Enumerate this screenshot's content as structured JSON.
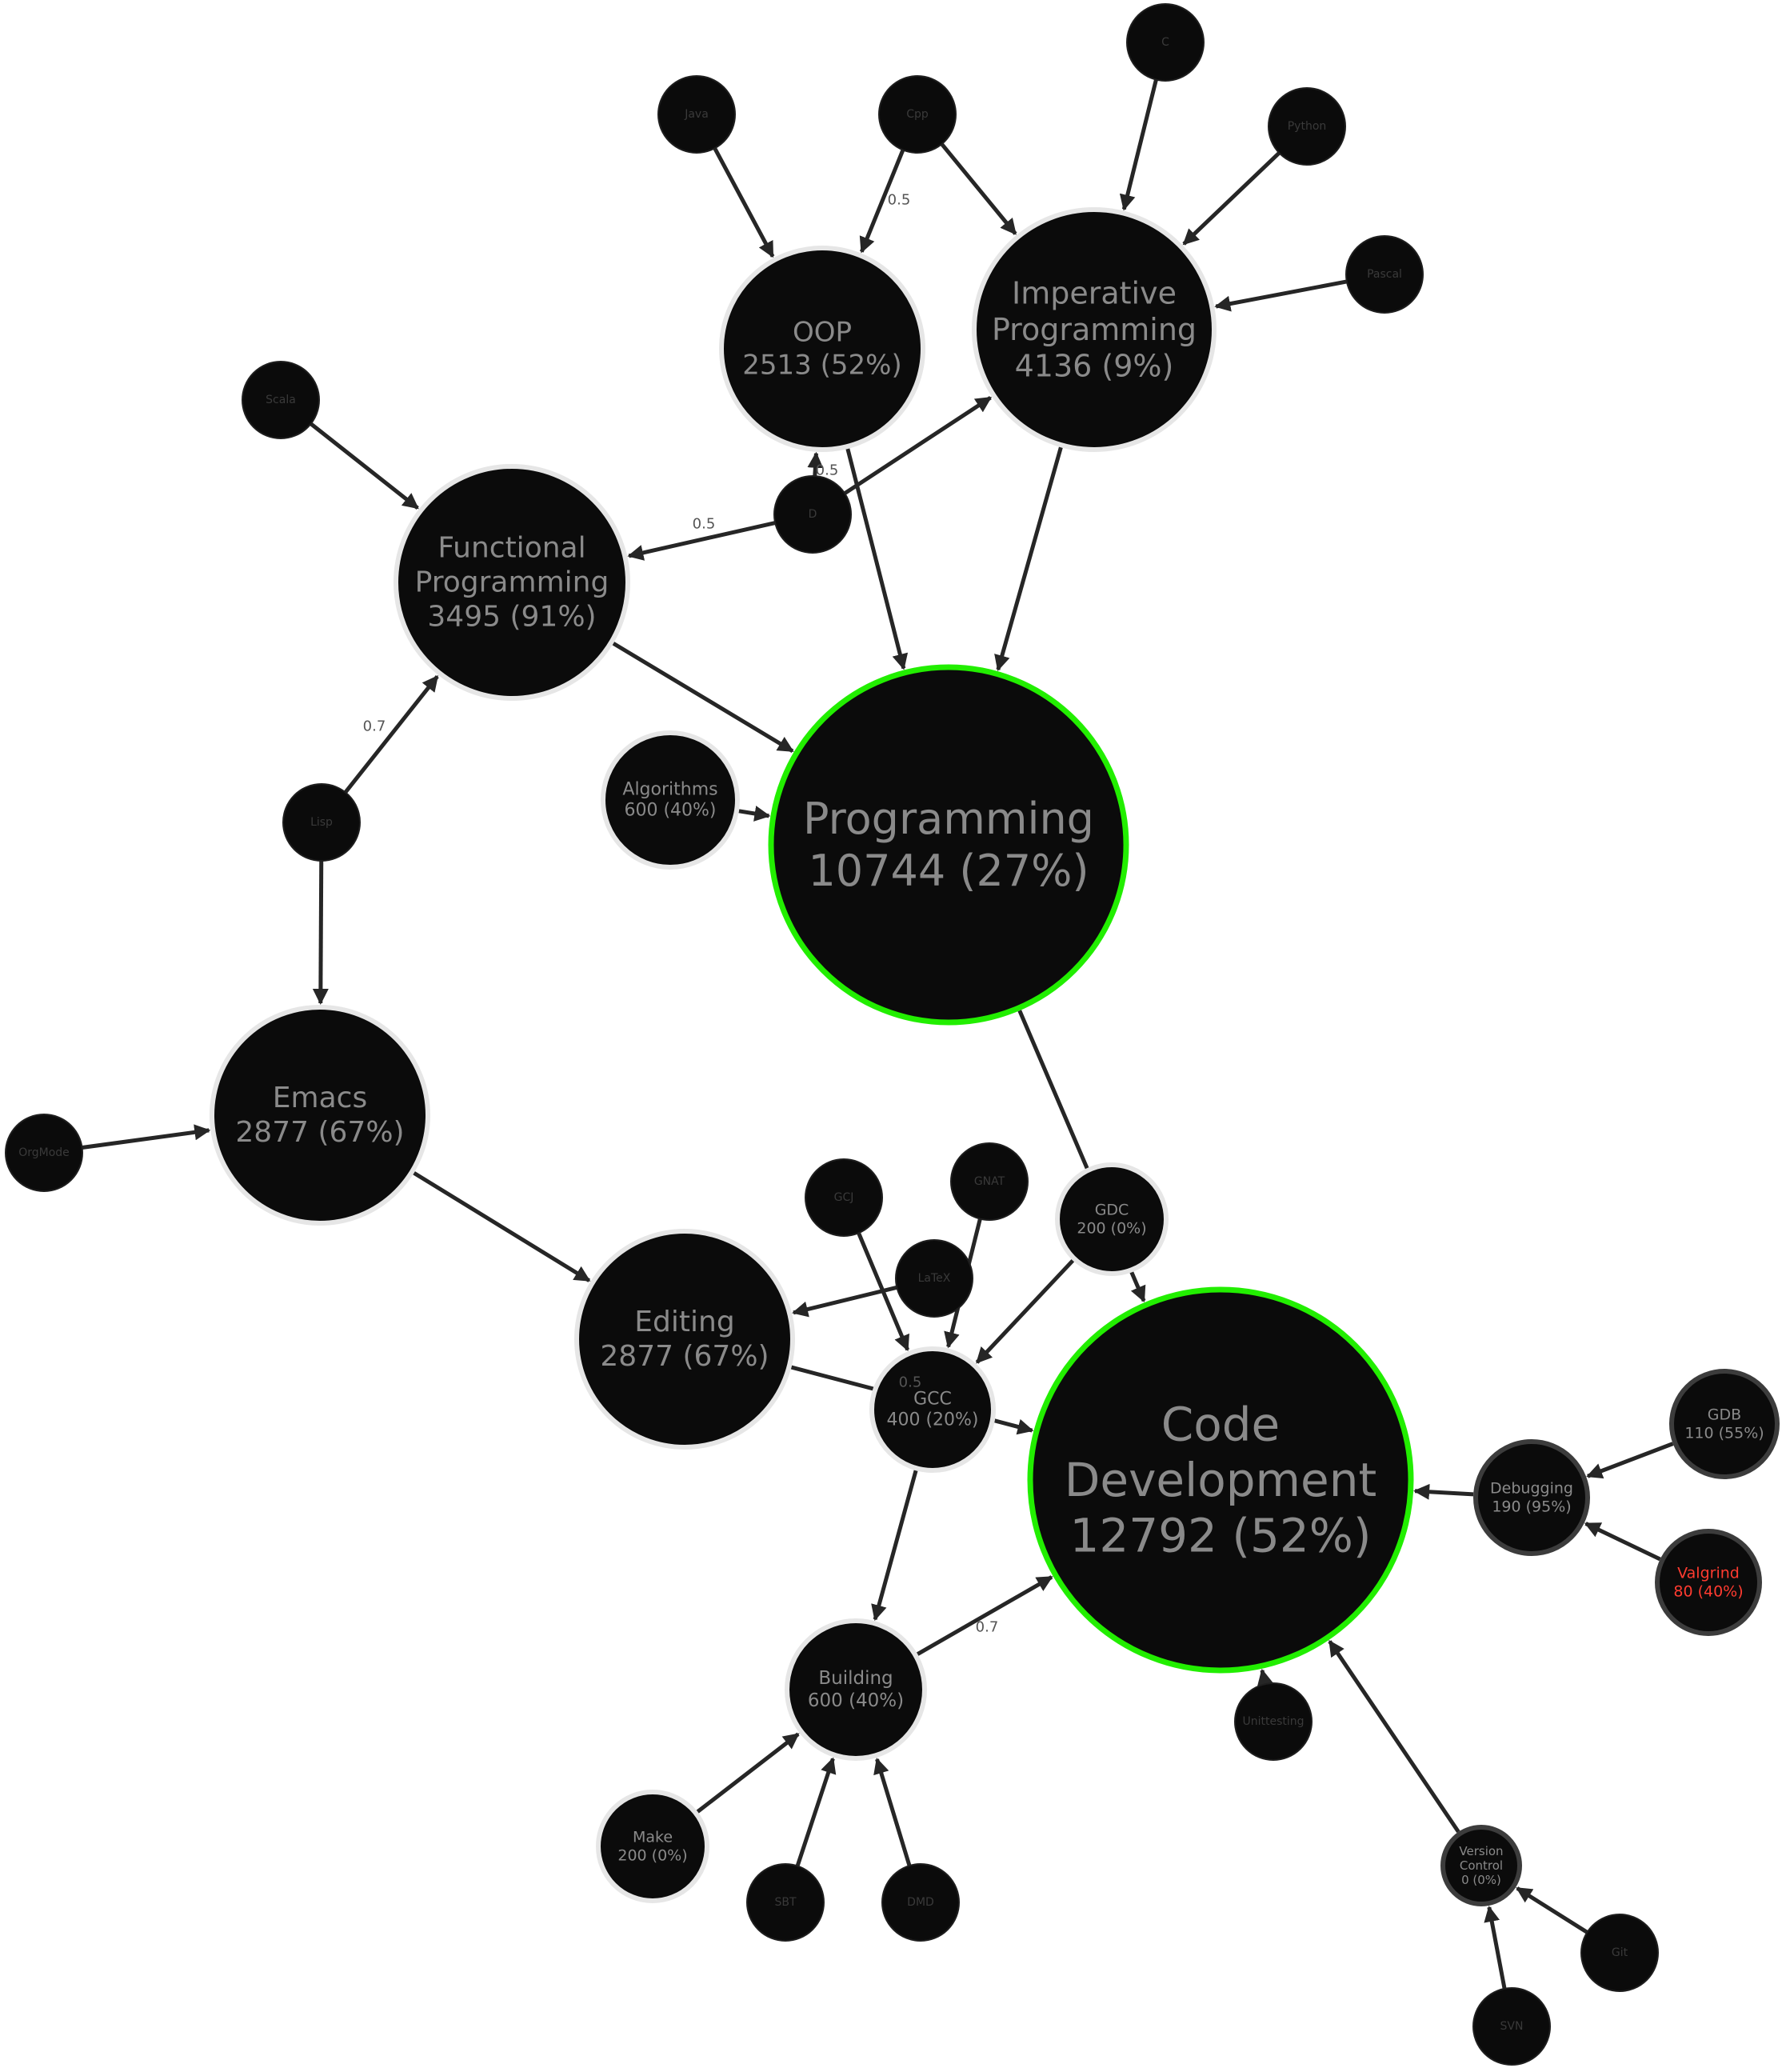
{
  "colors": {
    "background": "#ffffff",
    "node_fill": "#0b0b0b",
    "edge": "#262626",
    "edge_label": "#555555",
    "text_default": "#8a8a8a",
    "text_dim": "#3a3a3a",
    "text_alert": "#ff3b30",
    "ring_highlight": "#22ee00",
    "ring_light": "#e6e6e6",
    "ring_dark": "#3c3c3c"
  },
  "nodes": [
    {
      "id": "programming",
      "lines": [
        "Programming",
        "10744 (27%)"
      ],
      "ring": "highlight",
      "text": "default"
    },
    {
      "id": "code-development",
      "lines": [
        "Code",
        "Development",
        "12792 (52%)"
      ],
      "ring": "highlight",
      "text": "default"
    },
    {
      "id": "oop",
      "lines": [
        "OOP",
        "2513 (52%)"
      ],
      "ring": "light",
      "text": "default"
    },
    {
      "id": "imperative-programming",
      "lines": [
        "Imperative",
        "Programming",
        "4136 (9%)"
      ],
      "ring": "light",
      "text": "default"
    },
    {
      "id": "functional-programming",
      "lines": [
        "Functional",
        "Programming",
        "3495 (91%)"
      ],
      "ring": "light",
      "text": "default"
    },
    {
      "id": "emacs",
      "lines": [
        "Emacs",
        "2877 (67%)"
      ],
      "ring": "light",
      "text": "default"
    },
    {
      "id": "editing",
      "lines": [
        "Editing",
        "2877 (67%)"
      ],
      "ring": "light",
      "text": "default"
    },
    {
      "id": "algorithms",
      "lines": [
        "Algorithms",
        "600 (40%)"
      ],
      "ring": "light",
      "text": "default"
    },
    {
      "id": "gcc",
      "lines": [
        "GCC",
        "400 (20%)"
      ],
      "ring": "light",
      "text": "default"
    },
    {
      "id": "gdc",
      "lines": [
        "GDC",
        "200 (0%)"
      ],
      "ring": "light",
      "text": "default"
    },
    {
      "id": "building",
      "lines": [
        "Building",
        "600 (40%)"
      ],
      "ring": "light",
      "text": "default"
    },
    {
      "id": "make",
      "lines": [
        "Make",
        "200 (0%)"
      ],
      "ring": "light",
      "text": "default"
    },
    {
      "id": "debugging",
      "lines": [
        "Debugging",
        "190 (95%)"
      ],
      "ring": "dark",
      "text": "default"
    },
    {
      "id": "gdb",
      "lines": [
        "GDB",
        "110 (55%)"
      ],
      "ring": "dark",
      "text": "default"
    },
    {
      "id": "valgrind",
      "lines": [
        "Valgrind",
        "80 (40%)"
      ],
      "ring": "dark",
      "text": "alert"
    },
    {
      "id": "version-control",
      "lines": [
        "Version",
        "Control",
        "0 (0%)"
      ],
      "ring": "dark",
      "text": "default"
    },
    {
      "id": "java",
      "lines": [
        "Java"
      ],
      "ring": "none",
      "text": "dim"
    },
    {
      "id": "cpp",
      "lines": [
        "Cpp"
      ],
      "ring": "none",
      "text": "dim"
    },
    {
      "id": "c",
      "lines": [
        "C"
      ],
      "ring": "none",
      "text": "dim"
    },
    {
      "id": "python",
      "lines": [
        "Python"
      ],
      "ring": "none",
      "text": "dim"
    },
    {
      "id": "pascal",
      "lines": [
        "Pascal"
      ],
      "ring": "none",
      "text": "dim"
    },
    {
      "id": "scala",
      "lines": [
        "Scala"
      ],
      "ring": "none",
      "text": "dim"
    },
    {
      "id": "d",
      "lines": [
        "D"
      ],
      "ring": "none",
      "text": "dim"
    },
    {
      "id": "lisp",
      "lines": [
        "Lisp"
      ],
      "ring": "none",
      "text": "dim"
    },
    {
      "id": "orgmode",
      "lines": [
        "OrgMode"
      ],
      "ring": "none",
      "text": "dim"
    },
    {
      "id": "gcj",
      "lines": [
        "GCJ"
      ],
      "ring": "none",
      "text": "dim"
    },
    {
      "id": "gnat",
      "lines": [
        "GNAT"
      ],
      "ring": "none",
      "text": "dim"
    },
    {
      "id": "latex",
      "lines": [
        "LaTeX"
      ],
      "ring": "none",
      "text": "dim"
    },
    {
      "id": "unittesting",
      "lines": [
        "Unittesting"
      ],
      "ring": "none",
      "text": "dim"
    },
    {
      "id": "sbt",
      "lines": [
        "SBT"
      ],
      "ring": "none",
      "text": "dim"
    },
    {
      "id": "dmd",
      "lines": [
        "DMD"
      ],
      "ring": "none",
      "text": "dim"
    },
    {
      "id": "git",
      "lines": [
        "Git"
      ],
      "ring": "none",
      "text": "dim"
    },
    {
      "id": "svn",
      "lines": [
        "SVN"
      ],
      "ring": "none",
      "text": "dim"
    }
  ],
  "edges": [
    {
      "from": "java",
      "to": "oop"
    },
    {
      "from": "cpp",
      "to": "oop",
      "label": "0.5"
    },
    {
      "from": "cpp",
      "to": "imperative-programming"
    },
    {
      "from": "c",
      "to": "imperative-programming"
    },
    {
      "from": "python",
      "to": "imperative-programming"
    },
    {
      "from": "pascal",
      "to": "imperative-programming"
    },
    {
      "from": "scala",
      "to": "functional-programming"
    },
    {
      "from": "d",
      "to": "functional-programming",
      "label": "0.5"
    },
    {
      "from": "d",
      "to": "oop",
      "label": "0.5"
    },
    {
      "from": "d",
      "to": "imperative-programming"
    },
    {
      "from": "oop",
      "to": "programming"
    },
    {
      "from": "imperative-programming",
      "to": "programming"
    },
    {
      "from": "functional-programming",
      "to": "programming"
    },
    {
      "from": "algorithms",
      "to": "programming"
    },
    {
      "from": "lisp",
      "to": "functional-programming",
      "label": "0.7"
    },
    {
      "from": "lisp",
      "to": "emacs"
    },
    {
      "from": "orgmode",
      "to": "emacs"
    },
    {
      "from": "emacs",
      "to": "editing"
    },
    {
      "from": "latex",
      "to": "editing"
    },
    {
      "from": "editing",
      "to": "code-development",
      "label": "0.5"
    },
    {
      "from": "programming",
      "to": "code-development"
    },
    {
      "from": "gcj",
      "to": "gcc"
    },
    {
      "from": "gnat",
      "to": "gcc"
    },
    {
      "from": "gdc",
      "to": "gcc"
    },
    {
      "from": "gcc",
      "to": "building"
    },
    {
      "from": "building",
      "to": "code-development",
      "label": "0.7"
    },
    {
      "from": "make",
      "to": "building"
    },
    {
      "from": "sbt",
      "to": "building"
    },
    {
      "from": "dmd",
      "to": "building"
    },
    {
      "from": "debugging",
      "to": "code-development"
    },
    {
      "from": "gdb",
      "to": "debugging"
    },
    {
      "from": "valgrind",
      "to": "debugging"
    },
    {
      "from": "unittesting",
      "to": "code-development"
    },
    {
      "from": "version-control",
      "to": "code-development"
    },
    {
      "from": "git",
      "to": "version-control"
    },
    {
      "from": "svn",
      "to": "version-control"
    }
  ]
}
